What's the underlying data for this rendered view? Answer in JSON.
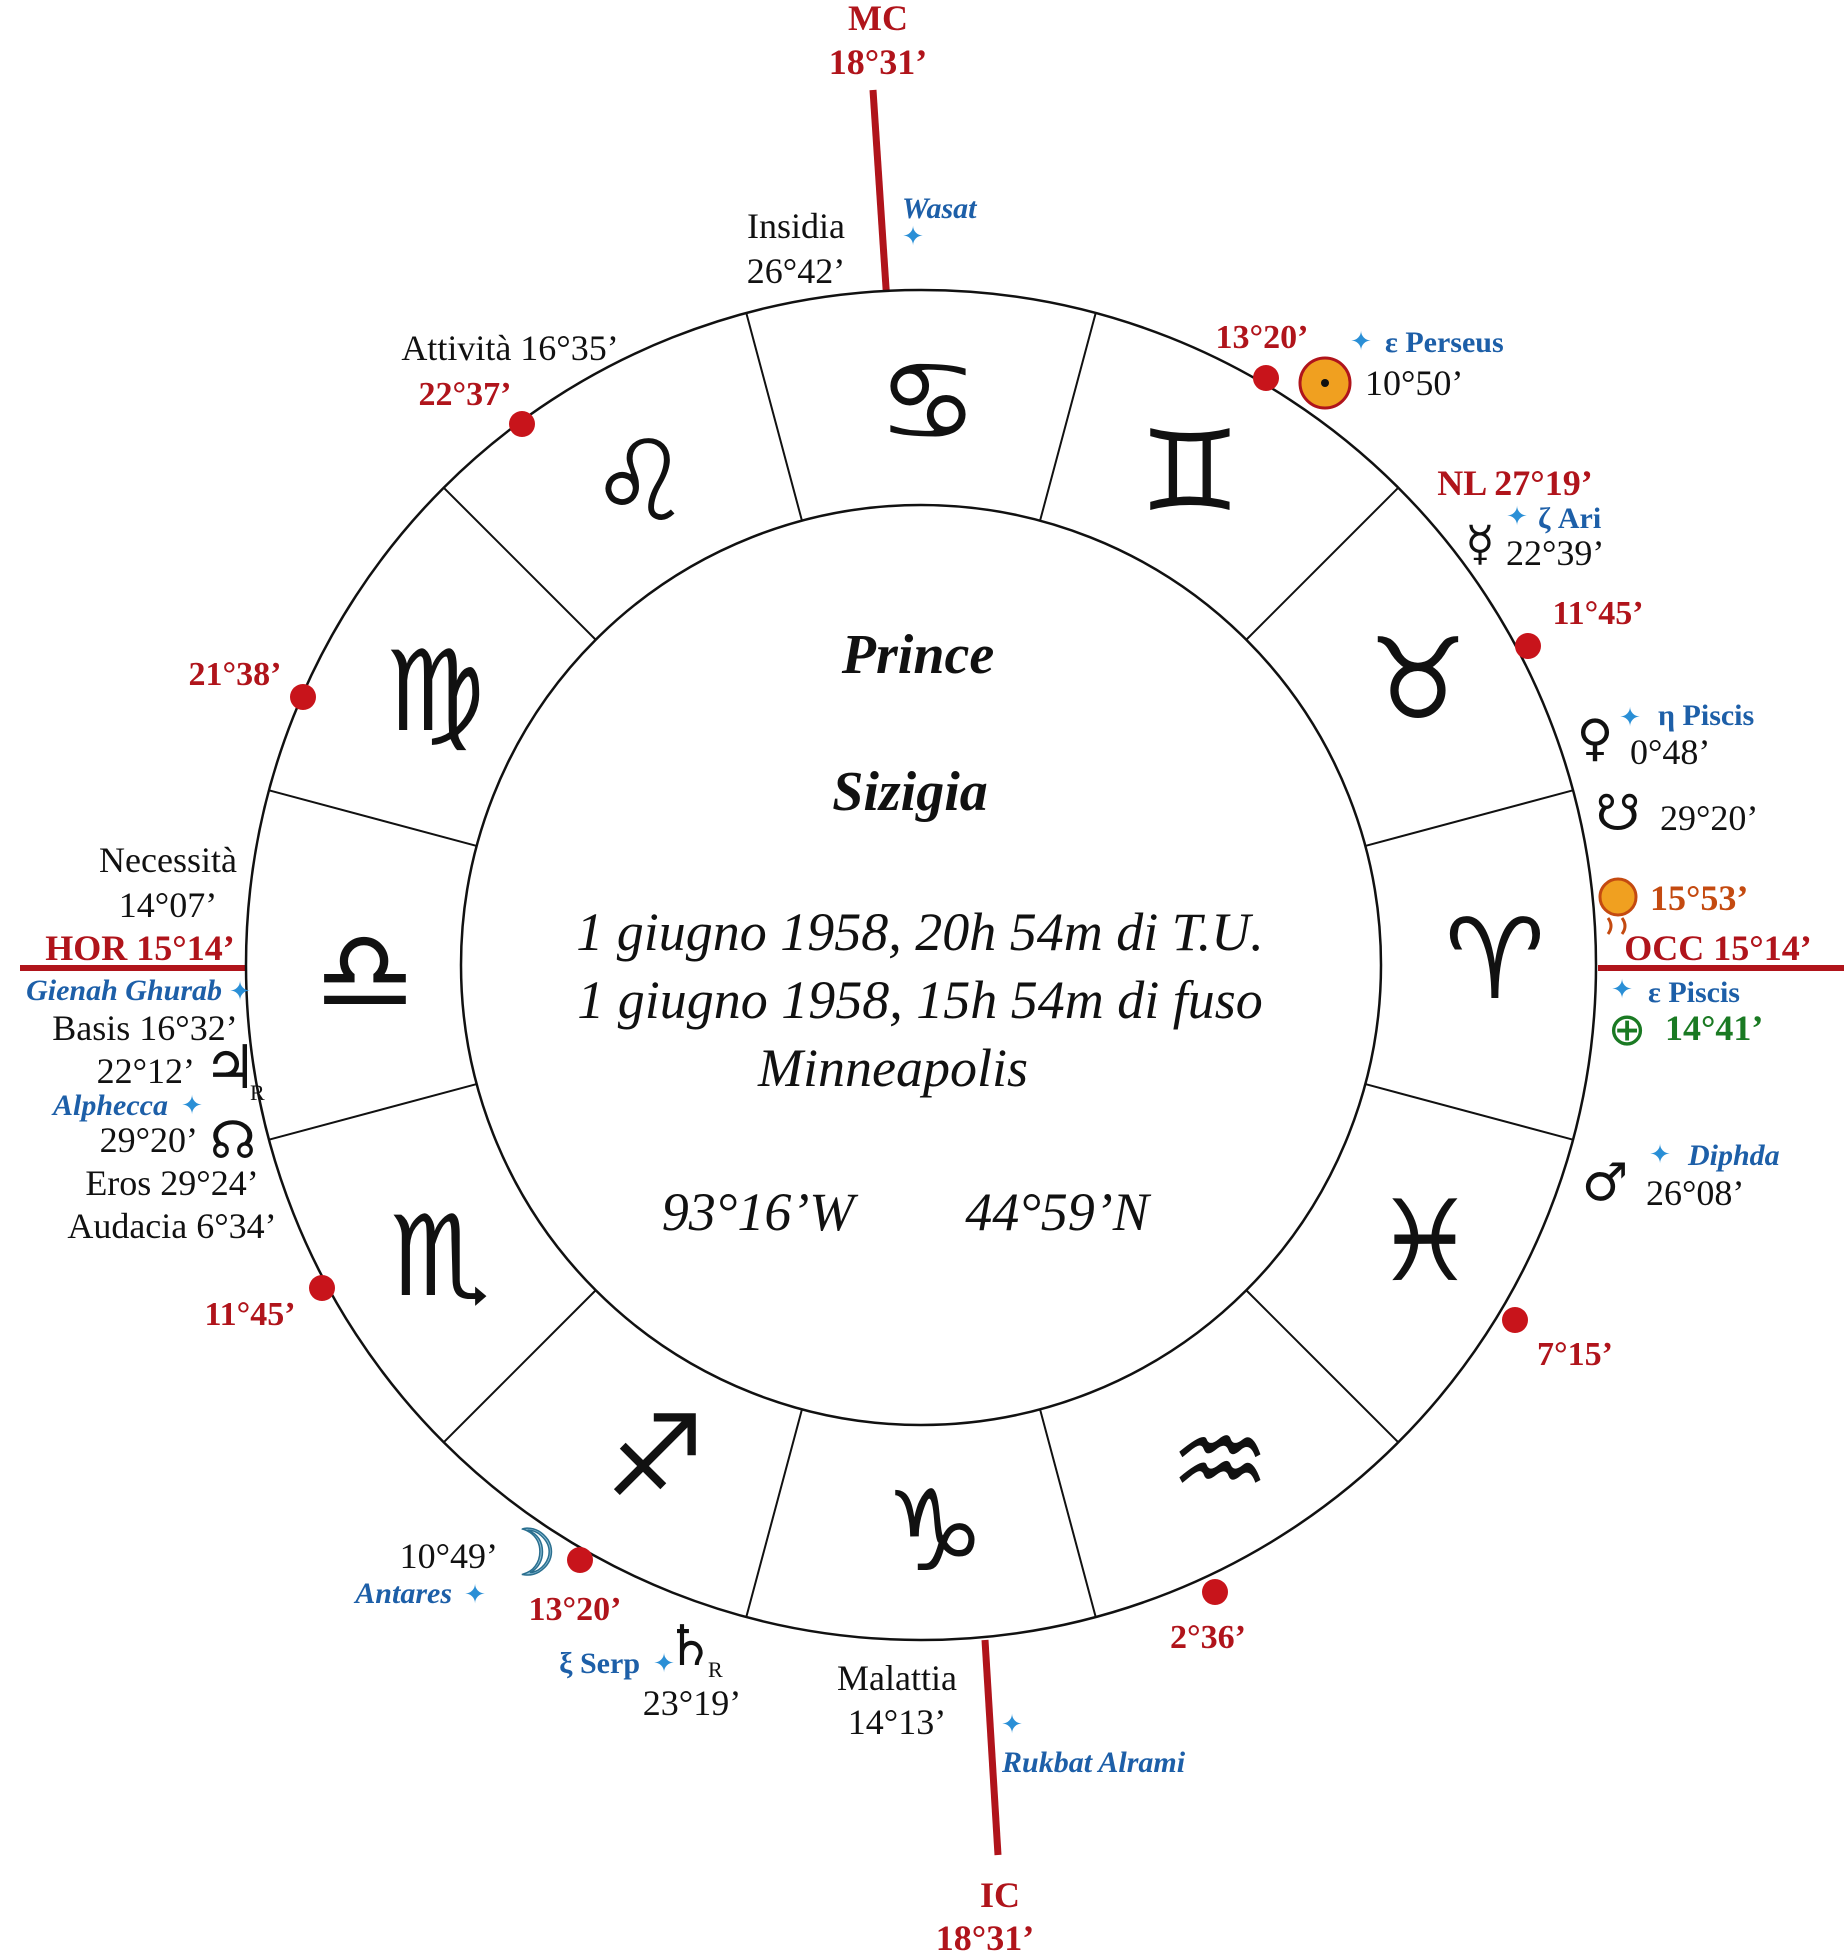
{
  "center": {
    "name": "Prince",
    "subtitle": "Sizigia",
    "date_ut": "1 giugno 1958, 20h 54m di T.U.",
    "date_local": "1 giugno 1958, 15h 54m di fuso",
    "place": "Minneapolis",
    "longitude": "93°16’W",
    "latitude": "44°59’N"
  },
  "angles": {
    "mc_label": "MC",
    "mc_degree": "18°31’",
    "ic_label": "IC",
    "ic_degree": "18°31’",
    "hor": "HOR 15°14’",
    "occ": "OCC 15°14’"
  },
  "signs": [
    {
      "name": "cancer",
      "glyph": "♋"
    },
    {
      "name": "gemini",
      "glyph": "♊"
    },
    {
      "name": "taurus",
      "glyph": "♉"
    },
    {
      "name": "aries",
      "glyph": "♈"
    },
    {
      "name": "pisces",
      "glyph": "♓"
    },
    {
      "name": "aquarius",
      "glyph": "♒"
    },
    {
      "name": "capricorn",
      "glyph": "♑"
    },
    {
      "name": "sagittarius",
      "glyph": "♐"
    },
    {
      "name": "scorpio",
      "glyph": "♏"
    },
    {
      "name": "libra",
      "glyph": "♎"
    },
    {
      "name": "virgo",
      "glyph": "♍"
    },
    {
      "name": "leo",
      "glyph": "♌"
    }
  ],
  "cusps": [
    {
      "name": "cusp-gemini",
      "degree": "13°20’"
    },
    {
      "name": "cusp-taurus",
      "degree": "11°45’"
    },
    {
      "name": "cusp-pisces",
      "degree": "7°15’"
    },
    {
      "name": "cusp-aquarius",
      "degree": "2°36’"
    },
    {
      "name": "cusp-sagittarius",
      "degree": "13°20’"
    },
    {
      "name": "cusp-scorpio",
      "degree": "11°45’"
    },
    {
      "name": "cusp-virgo",
      "degree": "21°38’"
    },
    {
      "name": "cusp-leo",
      "degree": "22°37’"
    }
  ],
  "lots": {
    "insidia_name": "Insidia",
    "insidia_degree": "26°42’",
    "attivita": "Attività 16°35’",
    "necessita_name": "Necessità",
    "necessita_degree": "14°07’",
    "basis": "Basis 16°32’",
    "eros": "Eros 29°24’",
    "audacia": "Audacia 6°34’",
    "malattia_name": "Malattia",
    "malattia_degree": "14°13’"
  },
  "stars": {
    "wasat": "Wasat",
    "perseus": "ε Perseus",
    "zeta_ari": "ζ Ari",
    "eta_piscis": "η Piscis",
    "eps_piscis": "ε Piscis",
    "diphda": "Diphda",
    "rukbat": "Rukbat Alrami",
    "xi_serp": "ξ Serp",
    "antares": "Antares",
    "alphecca": "Alphecca",
    "gienah": "Gienah Ghurab"
  },
  "planets": {
    "sun_degree": "10°50’",
    "nl": "NL 27°19’",
    "mercury_degree": "22°39’",
    "venus_degree": "0°48’",
    "south_node_degree": "29°20’",
    "eclipse_degree": "15°53’",
    "earth_degree": "14°41’",
    "mars_degree": "26°08’",
    "moon_degree": "10°49’",
    "saturn_degree": "23°19’",
    "saturn_retro": "R",
    "jupiter_degree": "22°12’",
    "jupiter_retro": "R",
    "north_node_degree": "29°20’"
  },
  "glyphs": {
    "sun": "☉",
    "mercury": "☿",
    "venus": "♀",
    "mars": "♂",
    "jupiter": "♃",
    "saturn": "♄",
    "moon": "☽",
    "earth": "⊕",
    "north_node": "☊",
    "south_node": "☋",
    "star": "✦"
  },
  "colors": {
    "red": "#b0141b",
    "blue": "#1d5fa8",
    "green": "#1a7a23",
    "orange": "#c44a10",
    "sun_fill": "#f0a020"
  }
}
